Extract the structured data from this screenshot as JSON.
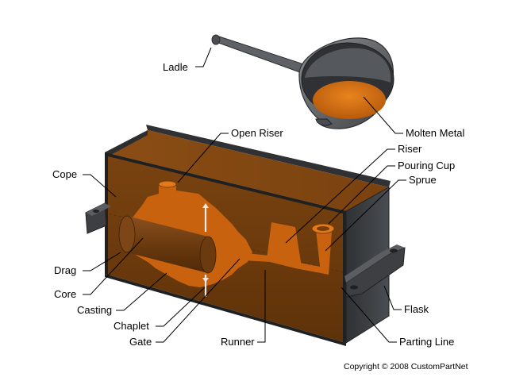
{
  "labels": {
    "ladle": "Ladle",
    "molten_metal": "Molten Metal",
    "open_riser": "Open Riser",
    "riser": "Riser",
    "pouring_cup": "Pouring Cup",
    "sprue": "Sprue",
    "cope": "Cope",
    "drag": "Drag",
    "core": "Core",
    "casting": "Casting",
    "chaplet": "Chaplet",
    "gate": "Gate",
    "runner": "Runner",
    "flask": "Flask",
    "parting_line": "Parting Line"
  },
  "copyright": "Copyright © 2008 CustomPartNet",
  "colors": {
    "sand": "#6b3a0c",
    "sand_dark": "#4a2606",
    "molten": "#c8620e",
    "molten_light": "#e07a1a",
    "flask": "#3d3f42",
    "flask_light": "#5a5d61",
    "core": "#6e3d10",
    "ladle": "#6a6d71"
  }
}
